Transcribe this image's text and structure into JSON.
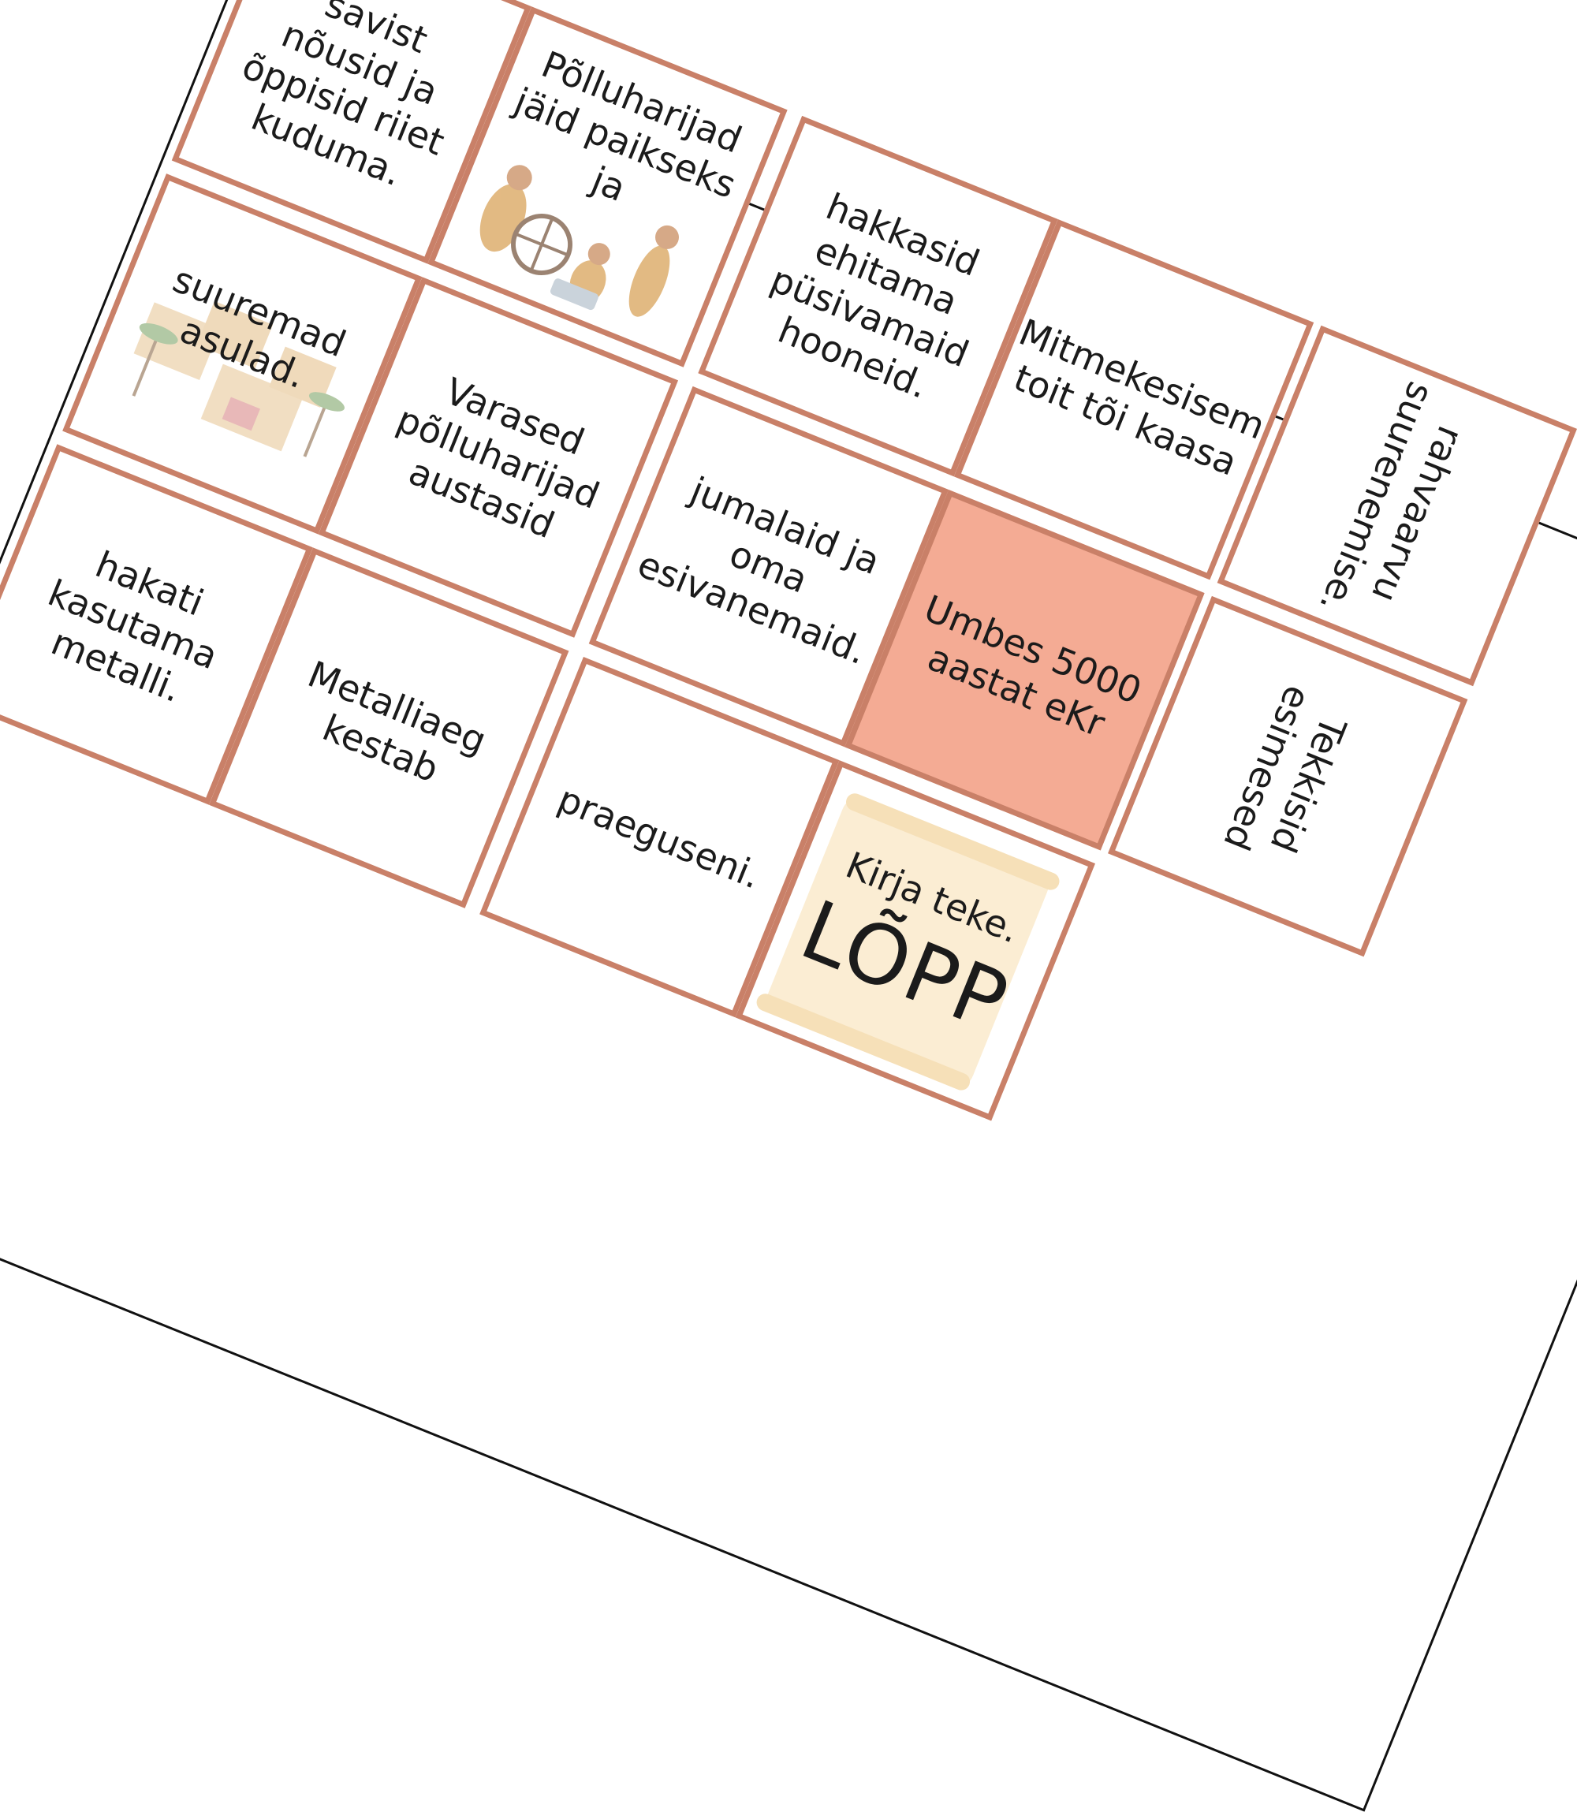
{
  "cards": {
    "c1": "savist nõusid ja õppisid riiet kuduma.",
    "c2": "Põlluharijad jäid paikseks ja",
    "c3": "hakkasid ehitama püsivamaid hooneid.",
    "c4": "Mitmekesisem toit tõi kaasa",
    "c5": "rahvaarvu suurenemise.",
    "c6": "suuremad asulad.",
    "c7": "Varased põlluharijad austasid",
    "c8": "jumalaid ja oma esivanemaid.",
    "c9": "Umbes 5000 aastat eKr",
    "c10": "Tekkisid esimesed",
    "c11": "hakati kasutama metalli.",
    "c12": "Metalliaeg kestab",
    "c13": "praeguseni.",
    "c14": "Kirja teke.",
    "c14_end": "LÕPP"
  },
  "colors": {
    "border": "#c98068",
    "highlight": "#f4ab94",
    "text": "#1b1b1b"
  },
  "images": {
    "c2": "prehistoric-farmers-illustration",
    "c6": "desert-village-illustration",
    "c14": "parchment-scroll-illustration"
  }
}
